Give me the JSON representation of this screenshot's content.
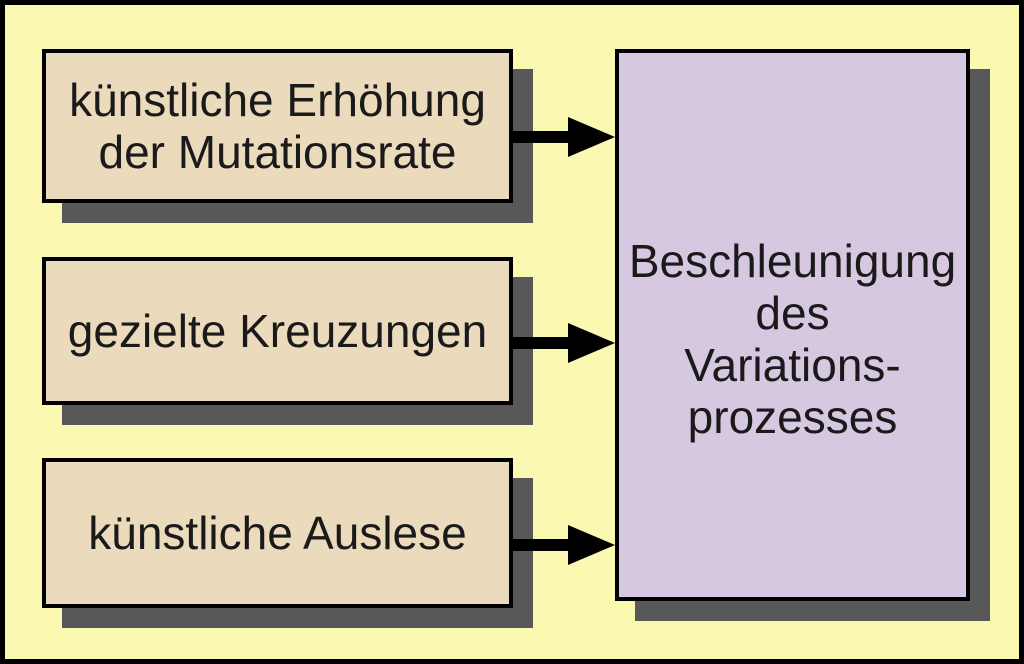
{
  "diagram": {
    "background_color": "#fbf8b1",
    "colors": {
      "source_box_fill": "#ebdabc",
      "result_box_fill": "#d7c8e1",
      "shadow": "#585858",
      "border": "#000000",
      "arrow": "#000000",
      "text": "#1a1a1a"
    },
    "source_boxes": [
      {
        "id": "mutation-rate",
        "lines": [
          "künstliche Erhöhung",
          "der Mutationsrate"
        ]
      },
      {
        "id": "crossings",
        "lines": [
          "gezielte Kreuzungen"
        ]
      },
      {
        "id": "selection",
        "lines": [
          "künstliche Auslese"
        ]
      }
    ],
    "result_box": {
      "id": "acceleration",
      "lines": [
        "Beschleunigung",
        "des",
        "Variations-",
        "prozesses"
      ]
    }
  }
}
